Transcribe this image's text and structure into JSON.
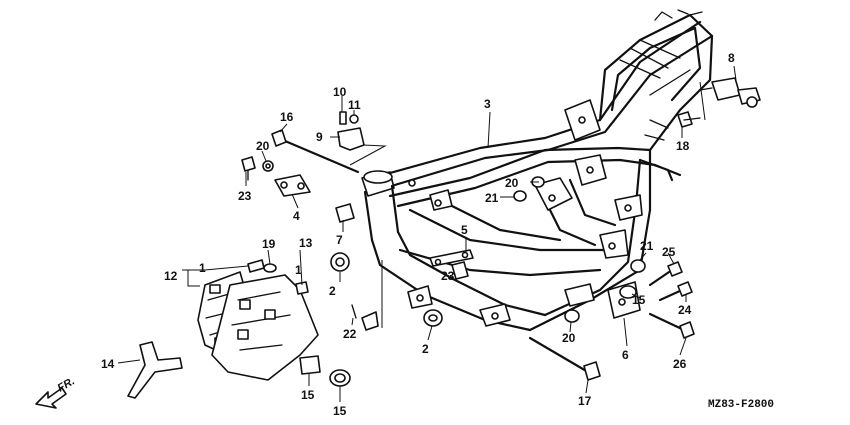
{
  "callouts": {
    "c1a": "1",
    "c1b": "1",
    "c2a": "2",
    "c2b": "2",
    "c3": "3",
    "c4": "4",
    "c5": "5",
    "c6": "6",
    "c7": "7",
    "c8": "8",
    "c9": "9",
    "c10": "10",
    "c11": "11",
    "c12": "12",
    "c13": "13",
    "c14": "14",
    "c15a": "15",
    "c15b": "15",
    "c15c": "15",
    "c16": "16",
    "c17": "17",
    "c18": "18",
    "c19": "19",
    "c20a": "20",
    "c20b": "20",
    "c20c": "20",
    "c21a": "21",
    "c21b": "21",
    "c22": "22",
    "c23a": "23",
    "c23b": "23",
    "c24": "24",
    "c25": "25",
    "c26": "26"
  },
  "direction_label": "FR.",
  "diagram_code": "MZ83-F2800"
}
